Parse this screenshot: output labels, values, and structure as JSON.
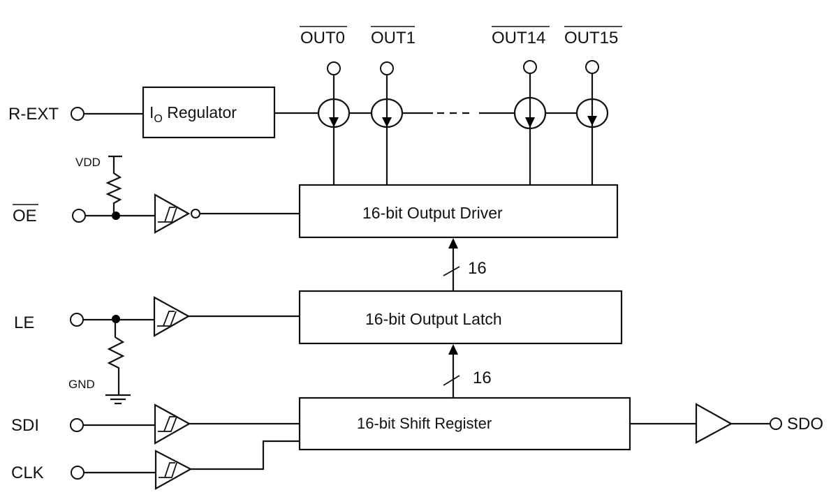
{
  "diagram": {
    "type": "block-diagram",
    "outputs": [
      {
        "label": "OUT0",
        "active_low": true
      },
      {
        "label": "OUT1",
        "active_low": true
      },
      {
        "label": "OUT14",
        "active_low": true
      },
      {
        "label": "OUT15",
        "active_low": true
      }
    ],
    "inputs": {
      "rext": "R-EXT",
      "oe": "OE",
      "le": "LE",
      "sdi": "SDI",
      "clk": "CLK"
    },
    "output_pin": {
      "sdo": "SDO"
    },
    "supply": {
      "vdd": "VDD",
      "gnd": "GND"
    },
    "blocks": {
      "regulator_main": "I",
      "regulator_sub": "O",
      "regulator_rest": " Regulator",
      "driver": "16-bit Output Driver",
      "latch": "16-bit Output Latch",
      "shift": "16-bit Shift Register"
    },
    "bus_widths": {
      "latch_to_driver": "16",
      "shift_to_latch": "16"
    }
  }
}
